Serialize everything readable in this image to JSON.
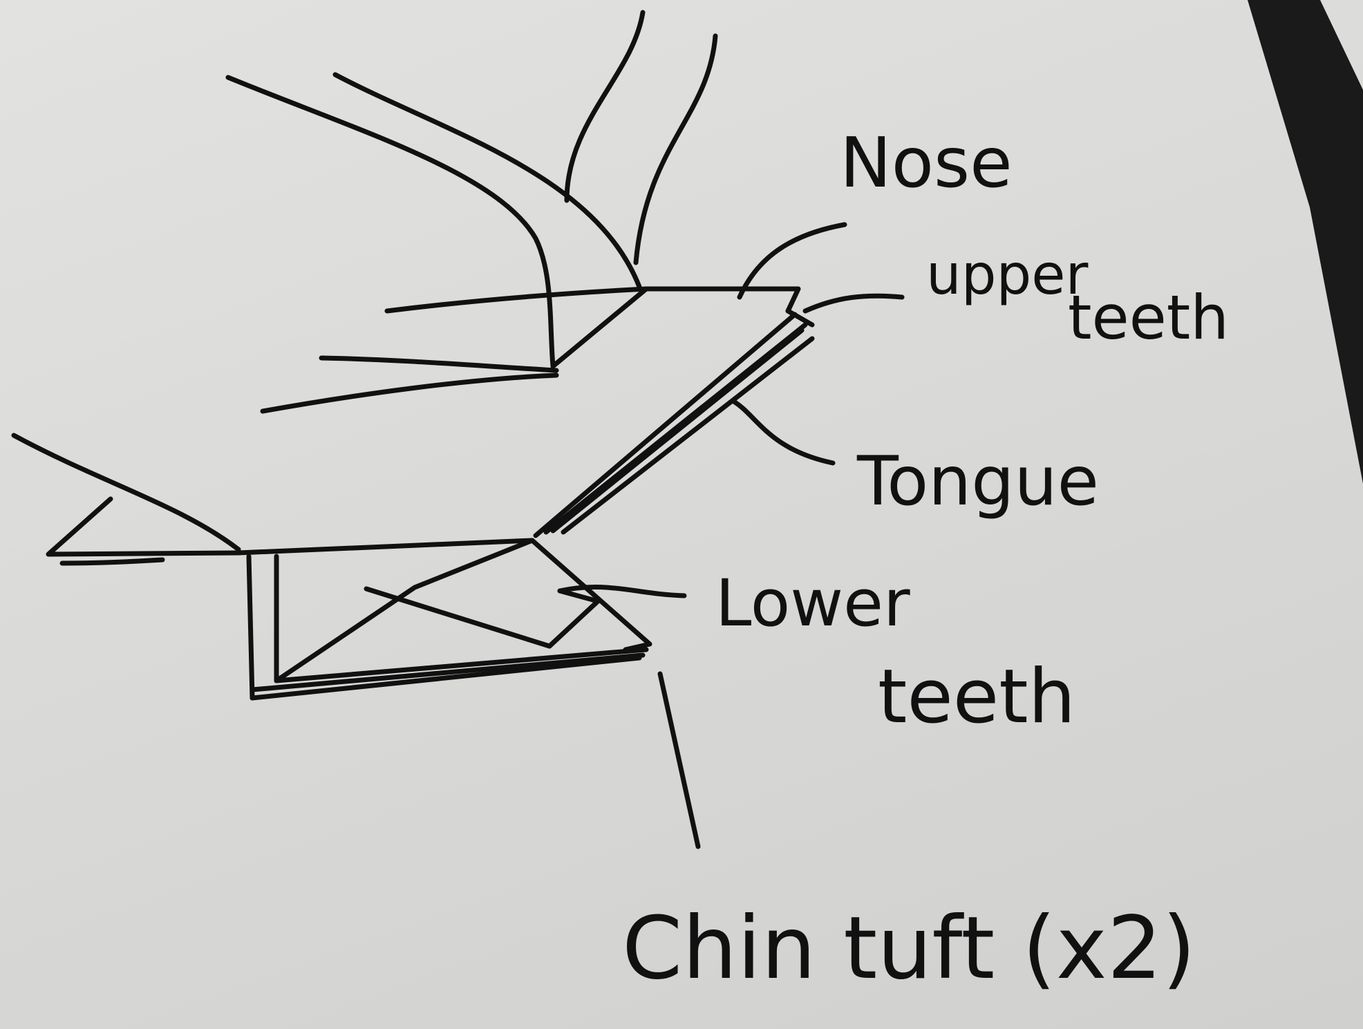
{
  "labels": {
    "nose": "Nose",
    "upper_teeth_line1": "upper",
    "upper_teeth_line2": "teeth",
    "tongue": "Tongue",
    "lower_teeth_line1": "Lower",
    "lower_teeth_line2": "teeth",
    "chin_tuft": "Chin tuft (x2)"
  },
  "colors": {
    "paper": "#dcdcda",
    "ink": "#111111",
    "edge": "#1a1a1a"
  }
}
